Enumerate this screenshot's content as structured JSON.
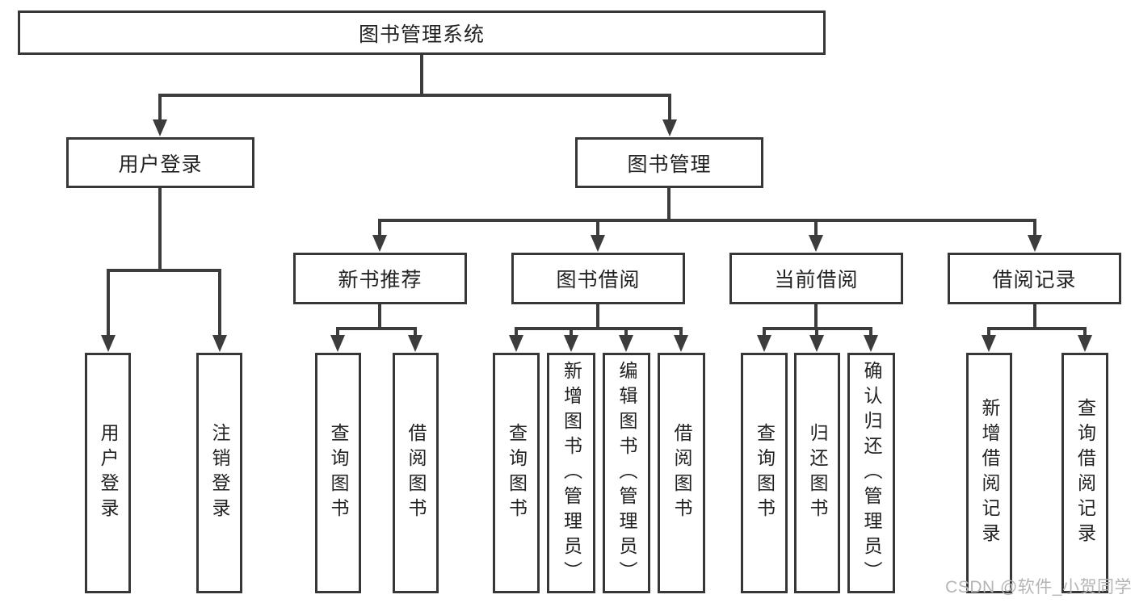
{
  "colors": {
    "background": "#ffffff",
    "line": "#3c3c3c",
    "border": "#373737",
    "text": "#222222",
    "watermark": "#b5b5b5"
  },
  "watermark": {
    "text": "CSDN @软件_小贺同学"
  },
  "tree": {
    "root": {
      "label": "图书管理系统",
      "children": [
        {
          "label": "用户登录",
          "children": [
            {
              "label": "用户登录"
            },
            {
              "label": "注销登录"
            }
          ]
        },
        {
          "label": "图书管理",
          "children": [
            {
              "label": "新书推荐",
              "children": [
                {
                  "label": "查询图书"
                },
                {
                  "label": "借阅图书"
                }
              ]
            },
            {
              "label": "图书借阅",
              "children": [
                {
                  "label": "查询图书"
                },
                {
                  "label": "新增图书（管理员）"
                },
                {
                  "label": "编辑图书（管理员）"
                },
                {
                  "label": "借阅图书"
                }
              ]
            },
            {
              "label": "当前借阅",
              "children": [
                {
                  "label": "查询图书"
                },
                {
                  "label": "归还图书"
                },
                {
                  "label": "确认归还（管理员）"
                }
              ]
            },
            {
              "label": "借阅记录",
              "children": [
                {
                  "label": "新增借阅记录"
                },
                {
                  "label": "查询借阅记录"
                }
              ]
            }
          ]
        }
      ]
    }
  }
}
